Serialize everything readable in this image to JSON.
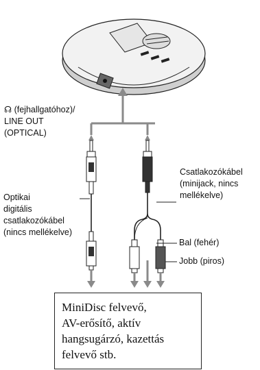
{
  "labels": {
    "headphone_symbol": "☊",
    "headphone_text": " (fejhallgatóhoz)/",
    "line_out": "LINE OUT",
    "optical": "(OPTICAL)",
    "optical_cable": [
      "Optikai",
      "digitális",
      "csatlakozókábel",
      "(nincs mellékelve)"
    ],
    "connecting_cable": [
      "Csatlakozókábel",
      "(minijack, nincs",
      "mellékelve)"
    ],
    "left": "Bal (fehér)",
    "right": "Jobb (piros)"
  },
  "destination": [
    "MiniDisc felvevő,",
    "AV-erősítő, aktív",
    "hangsugárzó, kazettás",
    "felvevő stb."
  ],
  "colors": {
    "cable_gray": "#8a8a8a",
    "device_gray": "#cfcfcf",
    "plug_dark": "#333333"
  }
}
